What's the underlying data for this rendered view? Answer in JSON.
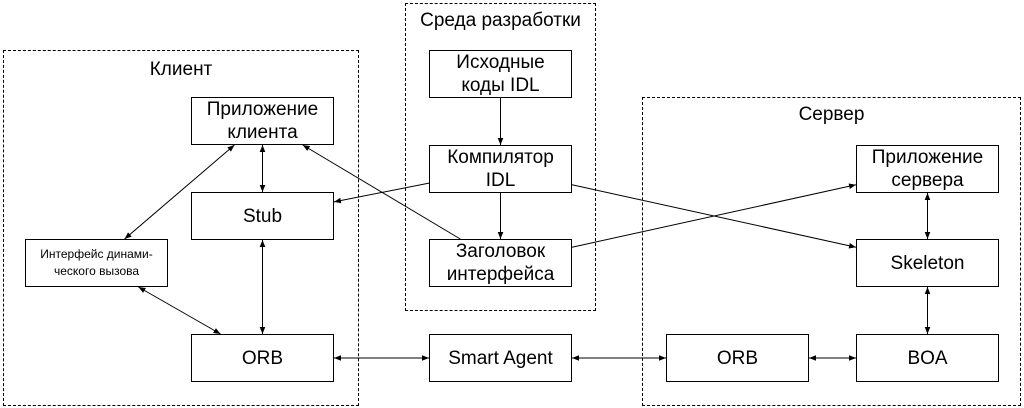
{
  "groups": {
    "client": {
      "title": "Клиент"
    },
    "dev": {
      "title": "Среда разработки"
    },
    "server": {
      "title": "Сервер"
    }
  },
  "nodes": {
    "idl_sources": "Исходные\nкоды IDL",
    "idl_compiler": "Компилятор\nIDL",
    "interface_header": "Заголовок\nинтерфейса",
    "client_app": "Приложение\nклиента",
    "stub": "Stub",
    "dii": "Интерфейс динами-\nческого вызова",
    "client_orb": "ORB",
    "smart_agent": "Smart Agent",
    "server_app": "Приложение\nсервера",
    "skeleton": "Skeleton",
    "server_orb": "ORB",
    "boa": "BOA"
  },
  "edges": [
    {
      "from": "idl_sources",
      "to": "idl_compiler",
      "arrows": "end"
    },
    {
      "from": "idl_compiler",
      "to": "interface_header",
      "arrows": "end"
    },
    {
      "from": "idl_compiler",
      "to": "stub",
      "arrows": "end"
    },
    {
      "from": "idl_compiler",
      "to": "skeleton",
      "arrows": "end"
    },
    {
      "from": "interface_header",
      "to": "client_app",
      "arrows": "end"
    },
    {
      "from": "interface_header",
      "to": "server_app",
      "arrows": "end"
    },
    {
      "from": "client_app",
      "to": "stub",
      "arrows": "both"
    },
    {
      "from": "client_app",
      "to": "dii",
      "arrows": "both"
    },
    {
      "from": "stub",
      "to": "client_orb",
      "arrows": "both"
    },
    {
      "from": "dii",
      "to": "client_orb",
      "arrows": "both"
    },
    {
      "from": "client_orb",
      "to": "smart_agent",
      "arrows": "both"
    },
    {
      "from": "smart_agent",
      "to": "server_orb",
      "arrows": "both"
    },
    {
      "from": "server_orb",
      "to": "boa",
      "arrows": "both"
    },
    {
      "from": "skeleton",
      "to": "boa",
      "arrows": "both"
    },
    {
      "from": "server_app",
      "to": "skeleton",
      "arrows": "both"
    }
  ]
}
